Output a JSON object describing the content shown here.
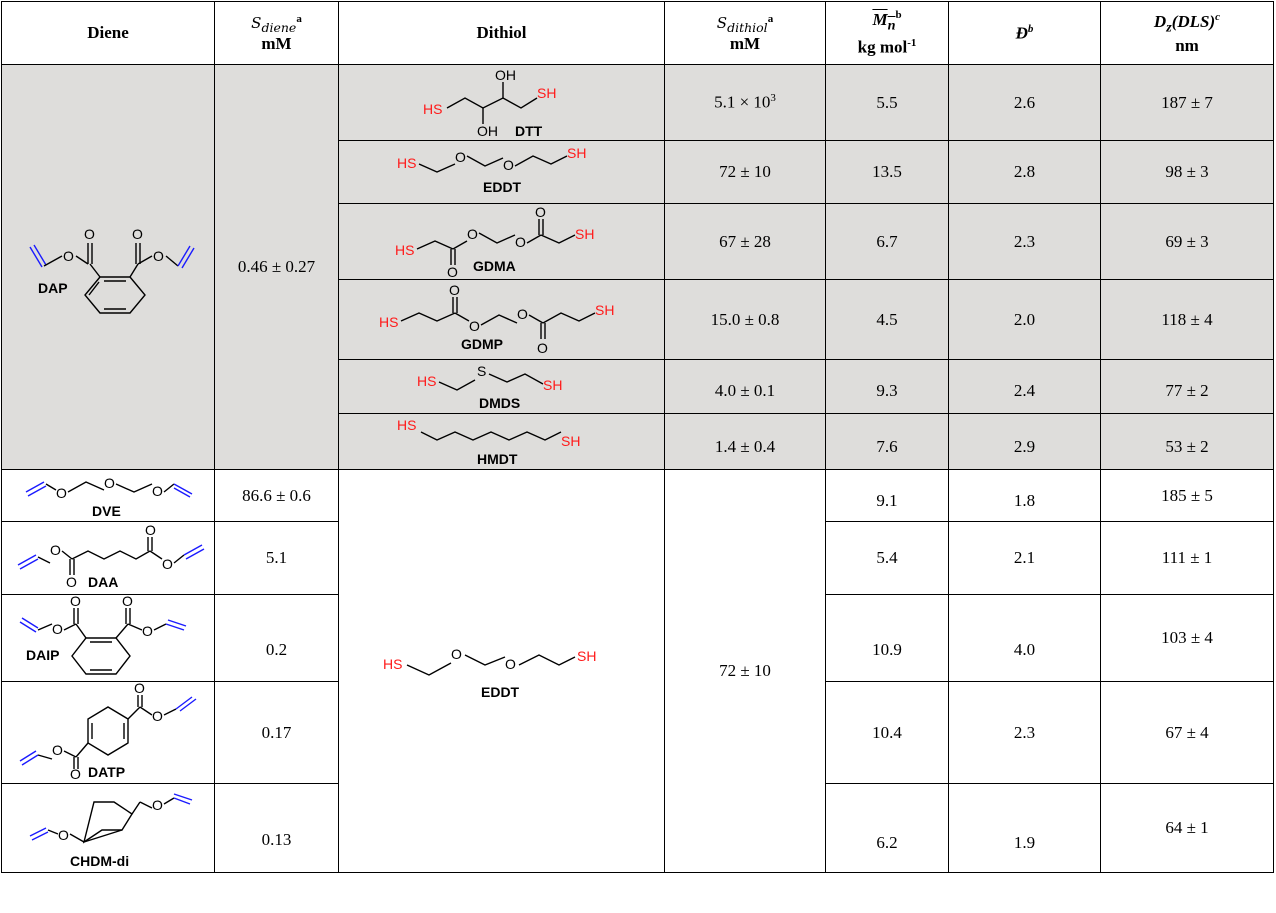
{
  "header": {
    "diene": "Diene",
    "s_diene_sym": "S",
    "s_diene_sub": "diene",
    "s_diene_sup": "a",
    "s_diene_unit": "mM",
    "dithiol": "Dithiol",
    "s_dithiol_sym": "S",
    "s_dithiol_sub": "dithiol",
    "s_dithiol_sup": "a",
    "s_dithiol_unit": "mM",
    "mn_sym": "M",
    "mn_sub": "n",
    "mn_sup": "b",
    "mn_unit": "kg mol",
    "mn_unit_sup": "-1",
    "dispersity_sym": "Đ",
    "dispersity_sup": "b",
    "dz_sym": "D",
    "dz_sub": "z",
    "dz_paren": "(DLS)",
    "dz_sup": "c",
    "dz_unit": "nm"
  },
  "atoms": {
    "hs": "HS",
    "sh": "SH",
    "o": "O",
    "s": "S",
    "oh": "OH"
  },
  "group1": {
    "diene": "DAP",
    "s_diene": "0.46 ± 0.27",
    "rows": [
      {
        "dithiol": "DTT",
        "s_dithiol_base": "5.1 × 10",
        "s_dithiol_exp": "3",
        "mn": "5.5",
        "dispersity": "2.6",
        "dz": "187 ± 7"
      },
      {
        "dithiol": "EDDT",
        "s_dithiol": "72 ± 10",
        "mn": "13.5",
        "dispersity": "2.8",
        "dz": "98 ± 3"
      },
      {
        "dithiol": "GDMA",
        "s_dithiol": "67 ± 28",
        "mn": "6.7",
        "dispersity": "2.3",
        "dz": "69 ± 3"
      },
      {
        "dithiol": "GDMP",
        "s_dithiol": "15.0 ± 0.8",
        "mn": "4.5",
        "dispersity": "2.0",
        "dz": "118 ± 4"
      },
      {
        "dithiol": "DMDS",
        "s_dithiol": "4.0 ± 0.1",
        "mn": "9.3",
        "dispersity": "2.4",
        "dz": "77 ± 2"
      },
      {
        "dithiol": "HMDT",
        "s_dithiol": "1.4 ± 0.4",
        "mn": "7.6",
        "dispersity": "2.9",
        "dz": "53 ± 2"
      }
    ]
  },
  "group2": {
    "dithiol": "EDDT",
    "s_dithiol": "72 ± 10",
    "rows": [
      {
        "diene": "DVE",
        "s_diene": "86.6 ± 0.6",
        "mn": "9.1",
        "dispersity": "1.8",
        "dz": "185 ± 5"
      },
      {
        "diene": "DAA",
        "s_diene": "5.1",
        "mn": "5.4",
        "dispersity": "2.1",
        "dz": "111 ± 1"
      },
      {
        "diene": "DAIP",
        "s_diene": "0.2",
        "mn": "10.9",
        "dispersity": "4.0",
        "dz": "103 ± 4"
      },
      {
        "diene": "DATP",
        "s_diene": "0.17",
        "mn": "10.4",
        "dispersity": "2.3",
        "dz": "67 ± 4"
      },
      {
        "diene": "CHDM-di",
        "s_diene": "0.13",
        "mn": "6.2",
        "dispersity": "1.9",
        "dz": "64 ± 1"
      }
    ]
  },
  "colors": {
    "diene_structure": "#1a1aff",
    "thiol_group": "#ff1a1a",
    "group1_background": "#dedddb"
  }
}
